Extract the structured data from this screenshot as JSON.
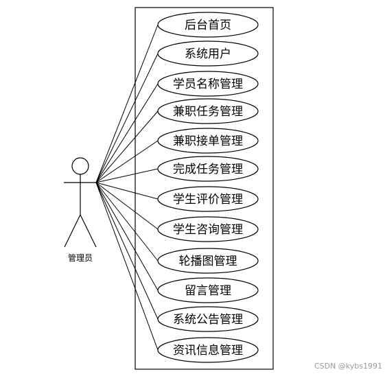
{
  "actor": {
    "label": "管理员"
  },
  "use_cases": [
    "后台首页",
    "系统用户",
    "学员名称管理",
    "兼职任务管理",
    "兼职接单管理",
    "完成任务管理",
    "学生评价管理",
    "学生咨询管理",
    "轮播图管理",
    "留言管理",
    "系统公告管理",
    "资讯信息管理"
  ],
  "watermark": "CSDN @kybs1991",
  "colors": {
    "stroke": "#000000",
    "background": "#ffffff",
    "watermark": "#9a9a9a"
  }
}
